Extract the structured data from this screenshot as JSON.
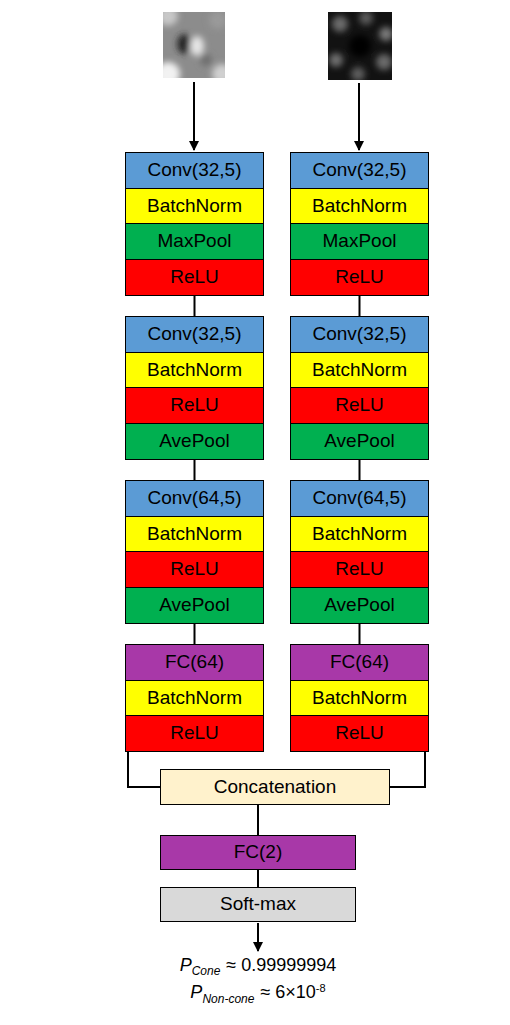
{
  "diagram": {
    "nodes": [
      {
        "text": [
          "Conv(32,5)"
        ]
      },
      {
        "text": [
          "BatchNorm"
        ]
      },
      {
        "text": [
          "MaxPool"
        ]
      },
      {
        "text": [
          "ReLU"
        ]
      },
      {
        "text": [
          "Conv(32,5)"
        ]
      },
      {
        "text": [
          "BatchNorm"
        ]
      },
      {
        "text": [
          "ReLU"
        ]
      },
      {
        "text": [
          "AvePool"
        ]
      },
      {
        "text": [
          "Conv(64,5)"
        ]
      },
      {
        "text": [
          "BatchNorm"
        ]
      },
      {
        "text": [
          "ReLU"
        ]
      },
      {
        "text": [
          "AvePool"
        ]
      },
      {
        "text": [
          "FC(64)"
        ]
      },
      {
        "text": [
          "BatchNorm"
        ]
      },
      {
        "text": [
          "ReLU"
        ]
      },
      {
        "text": [
          "Conv(32,5)"
        ]
      },
      {
        "text": [
          "BatchNorm"
        ]
      },
      {
        "text": [
          "MaxPool"
        ]
      },
      {
        "text": [
          "ReLU"
        ]
      },
      {
        "text": [
          "Conv(32,5)"
        ]
      },
      {
        "text": [
          "BatchNorm"
        ]
      },
      {
        "text": [
          "ReLU"
        ]
      },
      {
        "text": [
          "AvePool"
        ]
      },
      {
        "text": [
          "Conv(64,5)"
        ]
      },
      {
        "text": [
          "BatchNorm"
        ]
      },
      {
        "text": [
          "ReLU"
        ]
      },
      {
        "text": [
          "AvePool"
        ]
      },
      {
        "text": [
          "FC(64)"
        ]
      },
      {
        "text": [
          "BatchNorm"
        ]
      },
      {
        "text": [
          "ReLU"
        ]
      },
      {
        "text": [
          "Concatenation"
        ]
      },
      {
        "text": [
          "FC(2)"
        ]
      },
      {
        "text": [
          "Soft-max"
        ]
      }
    ],
    "edges": [
      {
        "from": 3,
        "to": 4,
        "arrow": "none"
      },
      {
        "from": 7,
        "to": 8,
        "arrow": "none"
      },
      {
        "from": 11,
        "to": 12,
        "arrow": "none"
      },
      {
        "from": 14,
        "to": 30,
        "arrow": "none"
      },
      {
        "from": 18,
        "to": 19,
        "arrow": "none"
      },
      {
        "from": 22,
        "to": 23,
        "arrow": "none"
      },
      {
        "from": 26,
        "to": 27,
        "arrow": "none"
      },
      {
        "from": 29,
        "to": 30,
        "arrow": "none"
      },
      {
        "from": 30,
        "to": 31,
        "arrow": "none"
      },
      {
        "from": 31,
        "to": 32,
        "arrow": "none"
      }
    ],
    "labels": [
      "P",
      "Cone",
      "≈ 0.99999994",
      "P",
      "Non-cone",
      "≈ 6×10",
      "-8"
    ]
  }
}
